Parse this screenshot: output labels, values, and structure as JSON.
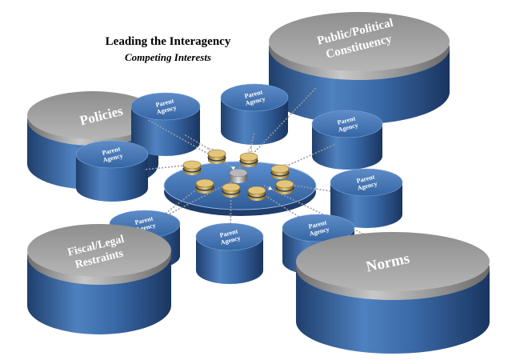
{
  "title": "Leading the Interagency",
  "subtitle": "Competing Interests",
  "big_cylinders": {
    "public": {
      "line1": "Public/Political",
      "line2": "Constituency"
    },
    "policies": {
      "line1": "Policies",
      "line2": ""
    },
    "fiscal": {
      "line1": "Fiscal/Legal",
      "line2": "Restraints"
    },
    "norms": {
      "line1": "Norms",
      "line2": ""
    }
  },
  "parent_agency": {
    "line1": "Parent",
    "line2": "Agency"
  },
  "colors": {
    "cylinder_blue": "#3a6aa8",
    "cylinder_blue_dark": "#1e3f6e",
    "cap_blue": "#4f7fbd",
    "gray_cap": "#9a9a9a",
    "gold": "#c9a24a"
  }
}
